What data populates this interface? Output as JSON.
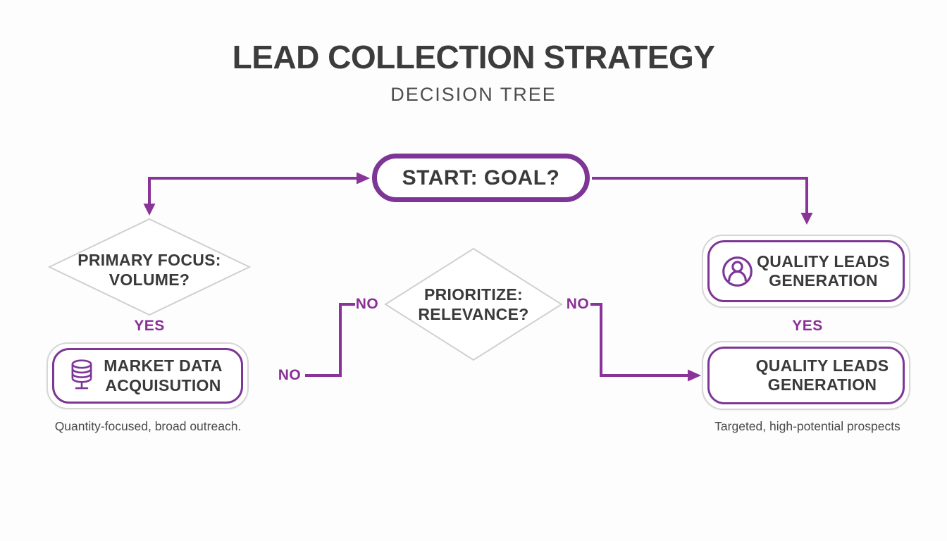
{
  "colors": {
    "accent_purple": "#7D3696",
    "connector_purple": "#8A3398",
    "edge_label_purple": "#8A2F96",
    "heading_text": "#3C3C3C",
    "node_text": "#3A3A3A",
    "caption_text": "#4A4A4A",
    "shape_gray": "#D0D0D2",
    "outer_border_gray": "#D6D6D9",
    "background": "#FDFDFE"
  },
  "header": {
    "title": "LEAD COLLECTION STRATEGY",
    "subtitle": "DECISION TREE"
  },
  "nodes": {
    "start": {
      "label": "START: GOAL?"
    },
    "volume_decision": {
      "line1": "PRIMARY FOCUS:",
      "line2": "VOLUME?"
    },
    "relevance_decision": {
      "line1": "PRIORITIZE:",
      "line2": "RELEVANCE?"
    },
    "quality_leads_top": {
      "line1": "QUALITY LEADS",
      "line2": "GENERATION",
      "icon": "user-circle-icon"
    },
    "market_data": {
      "line1": "MARKET DATA",
      "line2": "ACQUISUTION",
      "icon": "database-icon"
    },
    "quality_leads_bottom": {
      "line1": "QUALITY LEADS",
      "line2": "GENERATION"
    }
  },
  "edge_labels": {
    "volume_yes": "YES",
    "quality_yes": "YES",
    "no_left_inner": "NO",
    "no_left_outer": "NO",
    "no_right": "NO"
  },
  "captions": {
    "market_data": "Quantity-focused, broad outreach.",
    "quality_leads": "Targeted, high-potential prospects"
  }
}
